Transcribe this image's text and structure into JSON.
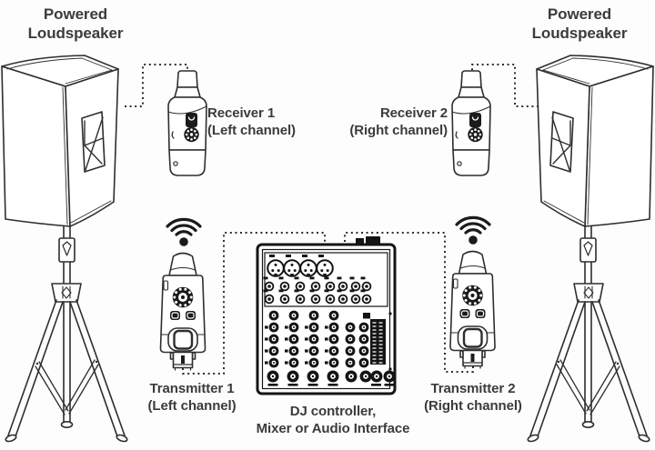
{
  "diagram": {
    "labels": {
      "powered_loudspeaker_left": "Powered\nLoudspeaker",
      "powered_loudspeaker_right": "Powered\nLoudspeaker",
      "receiver_1": "Receiver 1\n(Left channel)",
      "receiver_2": "Receiver 2\n(Right channel)",
      "transmitter_1": "Transmitter 1\n(Left channel)",
      "transmitter_2": "Transmitter 2\n(Right channel)",
      "mixer": "DJ controller,\nMixer or Audio Interface"
    },
    "icons": {
      "wireless_left": "wireless-signal-icon",
      "wireless_right": "wireless-signal-icon"
    }
  },
  "colors": {
    "line": "#2e2e2e",
    "text": "#3b3b3b",
    "background": "#fdfdfd"
  }
}
